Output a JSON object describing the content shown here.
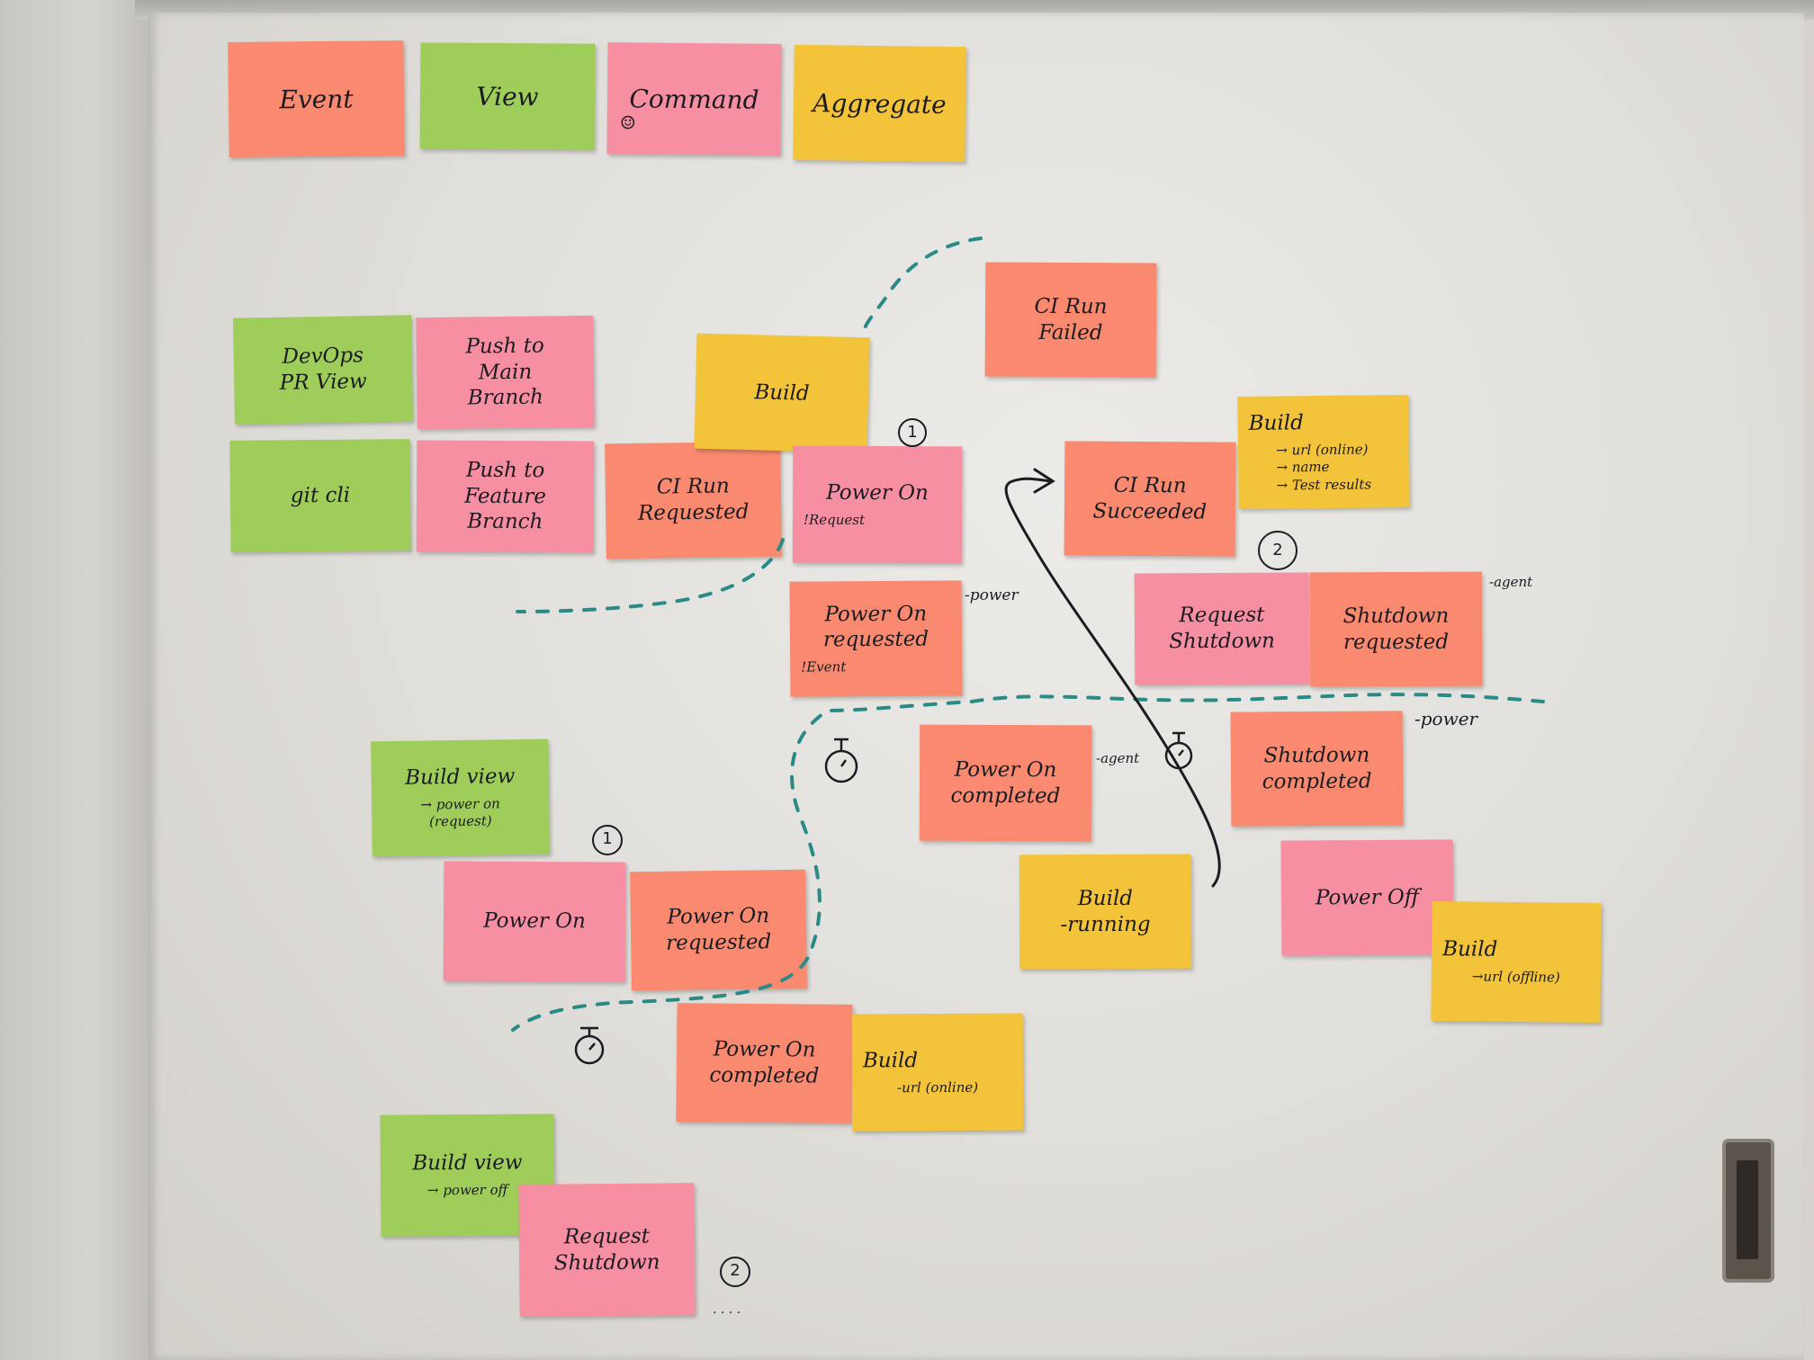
{
  "legend": {
    "event": "Event",
    "view": "View",
    "command": "Command",
    "aggregate": "Aggregate",
    "command_face": "☺"
  },
  "notes": {
    "devops_pr_view": "DevOps\nPR View",
    "git_cli": "git cli",
    "push_main": "Push to\nMain\nBranch",
    "push_feature": "Push to\nFeature\nBranch",
    "build_agg_top": "Build",
    "ci_run_requested": "CI Run\nRequested",
    "power_on_cmd_top": "Power On",
    "power_on_cmd_top_sub": "!Request",
    "power_on_requested_top": "Power On\nrequested",
    "power_on_requested_top_sub": "!Event",
    "ci_run_failed": "CI Run\nFailed",
    "ci_run_succeeded": "CI Run\nSucceeded",
    "build_agg_right": "Build",
    "build_agg_right_sub": "→ url (online)\n→ name\n→ Test results",
    "request_shutdown_right": "Request\nShutdown",
    "shutdown_requested": "Shutdown\nrequested",
    "shutdown_completed": "Shutdown\ncompleted",
    "power_on_completed_mid": "Power On\ncompleted",
    "build_running": "Build\n-running",
    "power_off": "Power Off",
    "build_offline": "Build",
    "build_offline_sub": "→url (offline)",
    "build_view_on": "Build view",
    "build_view_on_sub": "→ power on\n(request)",
    "power_on_cmd_bottom": "Power On",
    "power_on_requested_bottom": "Power On\nrequested",
    "power_on_completed_bottom": "Power On\ncompleted",
    "build_online_bottom": "Build",
    "build_online_bottom_sub": "-url (online)",
    "build_view_off": "Build view",
    "build_view_off_sub": "→ power off",
    "request_shutdown_bottom": "Request Shutdown"
  },
  "annotations": {
    "power_label_1": "-power",
    "agent_label_1": "-agent",
    "power_label_2": "-power",
    "agent_label_2": "-agent",
    "marker_1a": "1",
    "marker_1b": "1",
    "marker_2a": "2",
    "marker_2b": "2",
    "trailing_dots": "· · · ·"
  },
  "colors": {
    "event": "#f98a6f",
    "view": "#9ecd5a",
    "command": "#f78fa2",
    "aggregate": "#f3c33a",
    "dashed_line": "#2a8a86",
    "ink": "#1b1b22"
  }
}
